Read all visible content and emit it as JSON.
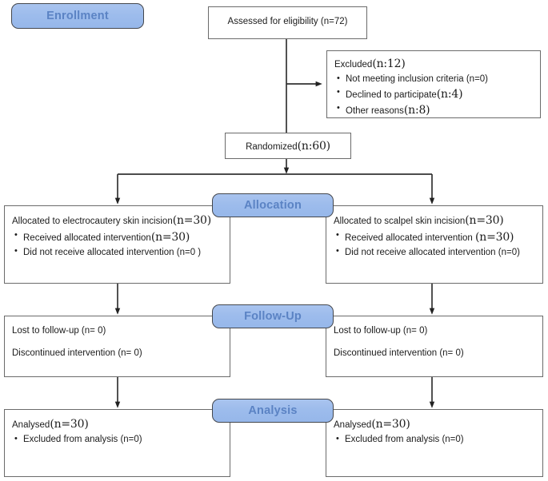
{
  "diagram": {
    "title": "CONSORT participant flow diagram",
    "type": "flowchart",
    "colors": {
      "banner_fill": "#9dbcec",
      "banner_text": "#5b83c4",
      "banner_border": "#44474d",
      "box_border": "#6b6b6b",
      "box_fill": "#ffffff",
      "text": "#1b1b1b",
      "connector": "#333333"
    }
  },
  "banners": {
    "enrollment": "Enrollment",
    "allocation": "Allocation",
    "followup": "Follow-Up",
    "analysis": "Analysis"
  },
  "nodes": {
    "assessed": {
      "text": "Assessed for eligibility (n=72)",
      "n": 72
    },
    "excluded": {
      "heading_prefix": "Excluded",
      "heading_count": "(n:12)",
      "n": 12,
      "reasons": [
        {
          "label": "Not meeting inclusion criteria (n=0)",
          "n": 0
        },
        {
          "label_prefix": "Declined to participate",
          "label_count": "(n:4)",
          "n": 4
        },
        {
          "label_prefix": "Other reasons",
          "label_count": "(n:8)",
          "n": 8
        }
      ]
    },
    "randomized": {
      "prefix": "Randomized",
      "count": "(n:60)",
      "n": 60
    },
    "alloc_left": {
      "heading_prefix": "Allocated to electrocautery skin incision",
      "heading_count": "(n=30)",
      "n": 30,
      "items": [
        {
          "prefix": "Received allocated intervention",
          "count": "(n=30)",
          "n": 30
        },
        {
          "prefix": "Did not receive allocated intervention (n=0 )",
          "count": "",
          "n": 0
        }
      ]
    },
    "alloc_right": {
      "heading_prefix": "Allocated to scalpel skin incision",
      "heading_count": "(n=30)",
      "n": 30,
      "items": [
        {
          "prefix": "Received allocated intervention ",
          "count": "(n=30)",
          "n": 30
        },
        {
          "prefix": "Did not receive allocated intervention  (n=0)",
          "count": "",
          "n": 0
        }
      ]
    },
    "follow_left": {
      "lost": "Lost to follow-up (n= 0)",
      "discontinued": "Discontinued intervention (n= 0)"
    },
    "follow_right": {
      "lost": "Lost to follow-up (n= 0)",
      "discontinued": "Discontinued intervention (n= 0)"
    },
    "analysis_left": {
      "heading_prefix": "Analysed",
      "heading_count": "(n=30)",
      "n": 30,
      "items": [
        {
          "label": "Excluded from analysis (n=0)",
          "n": 0
        }
      ]
    },
    "analysis_right": {
      "heading_prefix": "Analysed",
      "heading_count": "(n=30)",
      "n": 30,
      "items": [
        {
          "label": "Excluded from analysis (n=0)",
          "n": 0
        }
      ]
    }
  }
}
